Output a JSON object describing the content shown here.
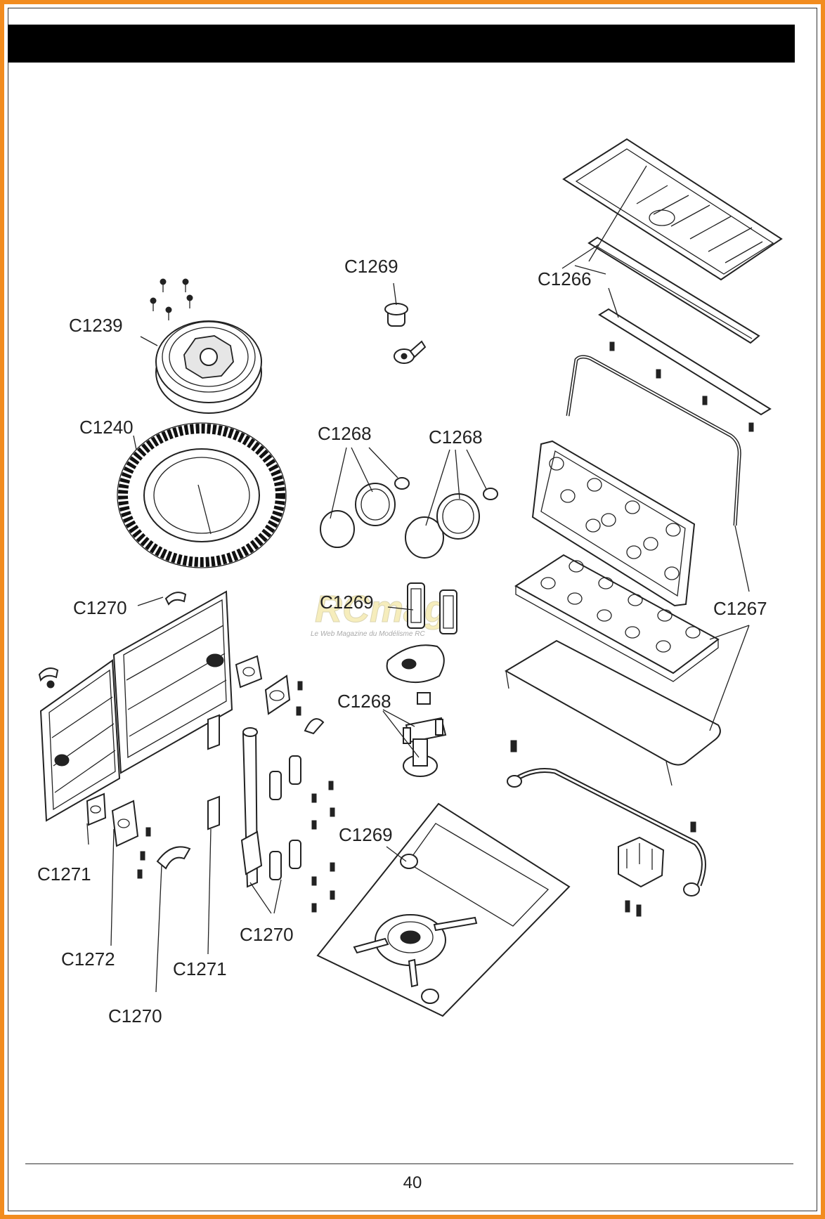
{
  "page": {
    "number": "40"
  },
  "watermark": {
    "title": "RCmag",
    "subtitle": "Le Web Magazine du Modélisme RC"
  },
  "labels": {
    "c1269_top": "C1269",
    "c1266": "C1266",
    "c1239": "C1239",
    "c1240": "C1240",
    "c1268_left": "C1268",
    "c1268_right": "C1268",
    "c1270_top": "C1270",
    "c1269_mid": "C1269",
    "c1267": "C1267",
    "c1268_bottom": "C1268",
    "c1269_bottom": "C1269",
    "c1271_left": "C1271",
    "c1272": "C1272",
    "c1270_mid": "C1270",
    "c1271_right": "C1271",
    "c1270_bottom": "C1270"
  },
  "colors": {
    "frame": "#f28c1f",
    "header": "#000000",
    "ink": "#222222"
  }
}
